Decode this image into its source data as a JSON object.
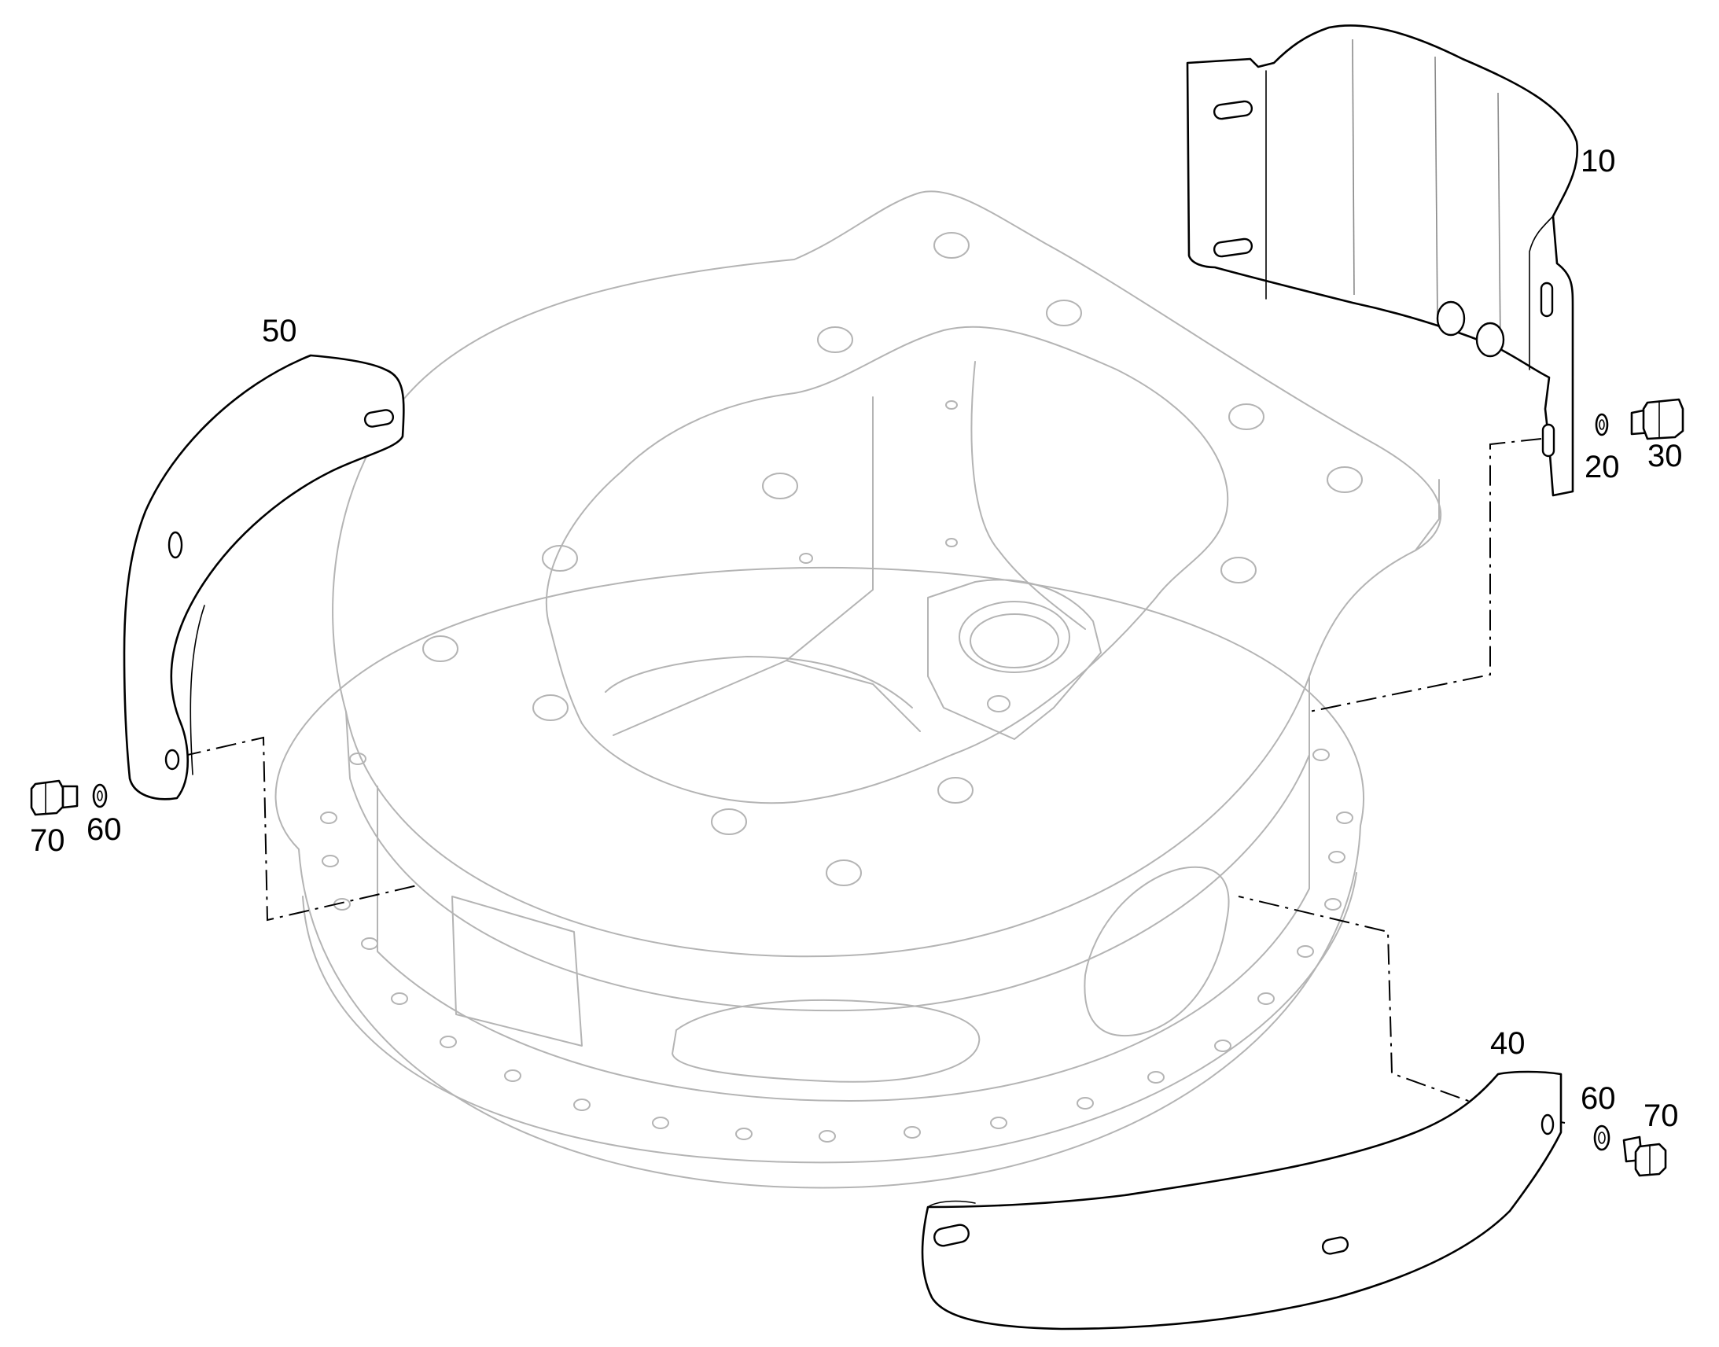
{
  "callouts": {
    "c10": "10",
    "c20": "20",
    "c30": "30",
    "c40": "40",
    "c50": "50",
    "c60_left": "60",
    "c70_left": "70",
    "c60_right": "60",
    "c70_right": "70"
  },
  "colors": {
    "housing_line": "#b4b4b4",
    "part_line": "#000000",
    "background": "#ffffff"
  }
}
